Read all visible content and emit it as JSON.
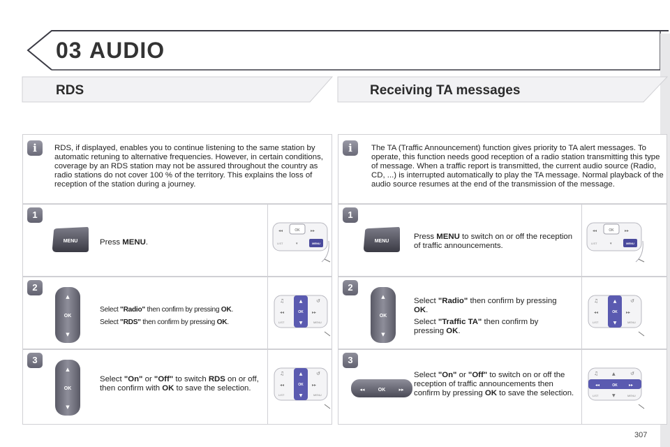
{
  "header": {
    "chapter_number": "03",
    "chapter_title": "AUDIO"
  },
  "rds": {
    "heading": "RDS",
    "info": "RDS, if displayed, enables you to continue listening to the same station by automatic retuning to alternative frequencies. However, in certain conditions, coverage by an RDS station may not be assured throughout the country as radio stations do not cover 100 % of the territory. This explains the loss of reception of the station during a journey.",
    "steps": [
      {
        "num": "1",
        "button_label": "MENU",
        "parts": [
          [
            "Press ",
            false
          ],
          [
            "MENU",
            true
          ],
          [
            ".",
            false
          ]
        ]
      },
      {
        "num": "2",
        "line1": [
          [
            "Select ",
            false
          ],
          [
            "\"Radio\"",
            true
          ],
          [
            " then confirm by pressing ",
            false
          ],
          [
            "OK",
            true
          ],
          [
            ".",
            false
          ]
        ],
        "line2": [
          [
            "Select ",
            false
          ],
          [
            "\"RDS\"",
            true
          ],
          [
            " then confirm by pressing ",
            false
          ],
          [
            "OK",
            true
          ],
          [
            ".",
            false
          ]
        ]
      },
      {
        "num": "3",
        "parts": [
          [
            "Select ",
            false
          ],
          [
            "\"On\"",
            true
          ],
          [
            " or ",
            false
          ],
          [
            "\"Off\"",
            true
          ],
          [
            " to switch ",
            false
          ],
          [
            "RDS",
            true
          ],
          [
            " on or off, then confirm with ",
            false
          ],
          [
            "OK",
            true
          ],
          [
            " to save the selection.",
            false
          ]
        ]
      }
    ]
  },
  "ta": {
    "heading": "Receiving TA messages",
    "info": "The TA (Traffic Announcement) function gives priority to TA alert messages. To operate, this function needs good reception of a radio station transmitting this type of message. When a traffic report is transmitted, the current audio source (Radio, CD, ...) is interrupted automatically to play the TA message. Normal playback of the audio source resumes at the end of the transmission of the message.",
    "steps": [
      {
        "num": "1",
        "button_label": "MENU",
        "parts": [
          [
            "Press ",
            false
          ],
          [
            "MENU",
            true
          ],
          [
            " to switch on or off the reception of traffic announcements.",
            false
          ]
        ]
      },
      {
        "num": "2",
        "line1": [
          [
            "Select ",
            false
          ],
          [
            "\"Radio\"",
            true
          ],
          [
            " then confirm by pressing ",
            false
          ],
          [
            "OK",
            true
          ],
          [
            ".",
            false
          ]
        ],
        "line2": [
          [
            "Select ",
            false
          ],
          [
            "\"Traffic TA\"",
            true
          ],
          [
            " then confirm by pressing ",
            false
          ],
          [
            "OK",
            true
          ],
          [
            ".",
            false
          ]
        ]
      },
      {
        "num": "3",
        "parts": [
          [
            "Select ",
            false
          ],
          [
            "\"On\"",
            true
          ],
          [
            " or ",
            false
          ],
          [
            "\"Off\"",
            true
          ],
          [
            " to switch on or off the reception of traffic announcements then confirm by pressing ",
            false
          ],
          [
            "OK",
            true
          ],
          [
            " to save the selection.",
            false
          ]
        ]
      }
    ]
  },
  "controls": {
    "ok": "OK",
    "list": "LIST",
    "menu": "MENU",
    "icon_info": "i"
  },
  "page_number": "307"
}
